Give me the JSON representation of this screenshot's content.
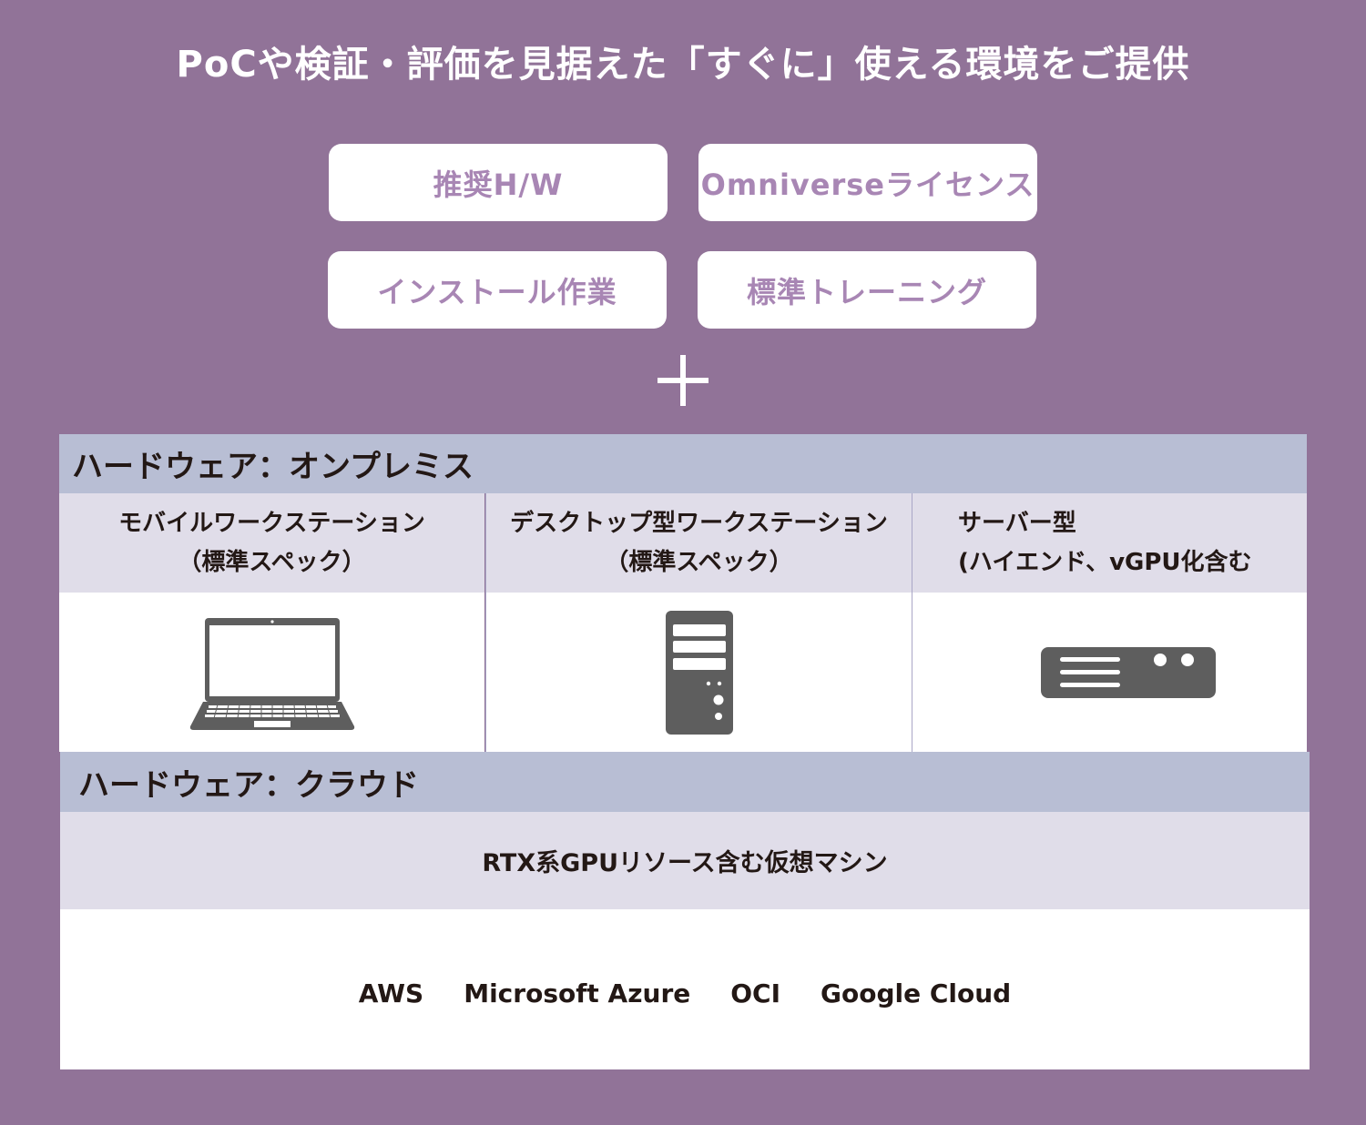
{
  "title": "PoCや検証・評価を見据えた「すぐに」使える環境をご提供",
  "offerings": [
    {
      "label": "推奨H/W"
    },
    {
      "label": "Omniverseライセンス"
    },
    {
      "label": "インストール作業"
    },
    {
      "label": "標準トレーニング"
    }
  ],
  "plus_icon": "plus-icon",
  "onprem": {
    "heading": "ハードウェア：オンプレミス",
    "columns": [
      {
        "line1": "モバイルワークステーション",
        "line2": "（標準スペック）",
        "icon": "laptop-icon"
      },
      {
        "line1": "デスクトップ型ワークステーション",
        "line2": "（標準スペック）",
        "icon": "tower-pc-icon"
      },
      {
        "line1": "サーバー型",
        "line2": "(ハイエンド、vGPU化含む",
        "icon": "rack-server-icon"
      }
    ]
  },
  "cloud": {
    "heading": "ハードウェア：クラウド",
    "subheading": "RTX系GPUリソース含む仮想マシン",
    "providers": [
      "AWS",
      "Microsoft Azure",
      "OCI",
      "Google Cloud"
    ]
  },
  "colors": {
    "background": "#917398",
    "accent_text": "#A886B4",
    "section_header": "#B8BED4",
    "section_label": "#E0DDE9",
    "icon": "#5E5E5E",
    "text": "#231815"
  }
}
